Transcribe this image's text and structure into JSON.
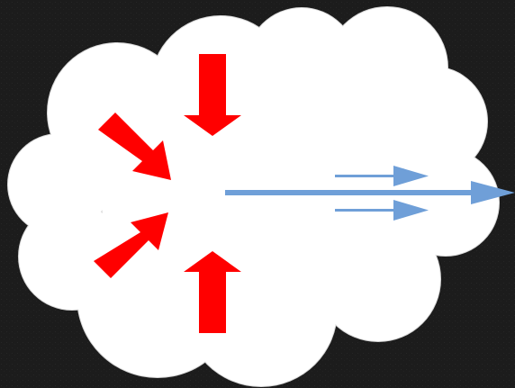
{
  "colors": {
    "background": "#1c1c1c",
    "cloud_fill": "#ffffff",
    "cloud_outline": "#d9d9d9",
    "inward_arrow": "#ff0000",
    "outward_arrow": "#6f9fd8"
  },
  "diagram": {
    "shapes": [
      {
        "kind": "cloud",
        "name": "cloud-shape"
      },
      {
        "kind": "arrow",
        "name": "red-arrow-top",
        "direction": "down",
        "color": "red"
      },
      {
        "kind": "arrow",
        "name": "red-arrow-upper-left",
        "direction": "down-right",
        "color": "red"
      },
      {
        "kind": "arrow",
        "name": "red-arrow-lower-left",
        "direction": "up-right",
        "color": "red"
      },
      {
        "kind": "arrow",
        "name": "red-arrow-bottom",
        "direction": "up",
        "color": "red"
      },
      {
        "kind": "arrow",
        "name": "blue-arrow-main",
        "direction": "right",
        "color": "blue"
      },
      {
        "kind": "arrow",
        "name": "blue-arrow-upper",
        "direction": "right",
        "color": "blue"
      },
      {
        "kind": "arrow",
        "name": "blue-arrow-lower",
        "direction": "right",
        "color": "blue"
      }
    ]
  }
}
